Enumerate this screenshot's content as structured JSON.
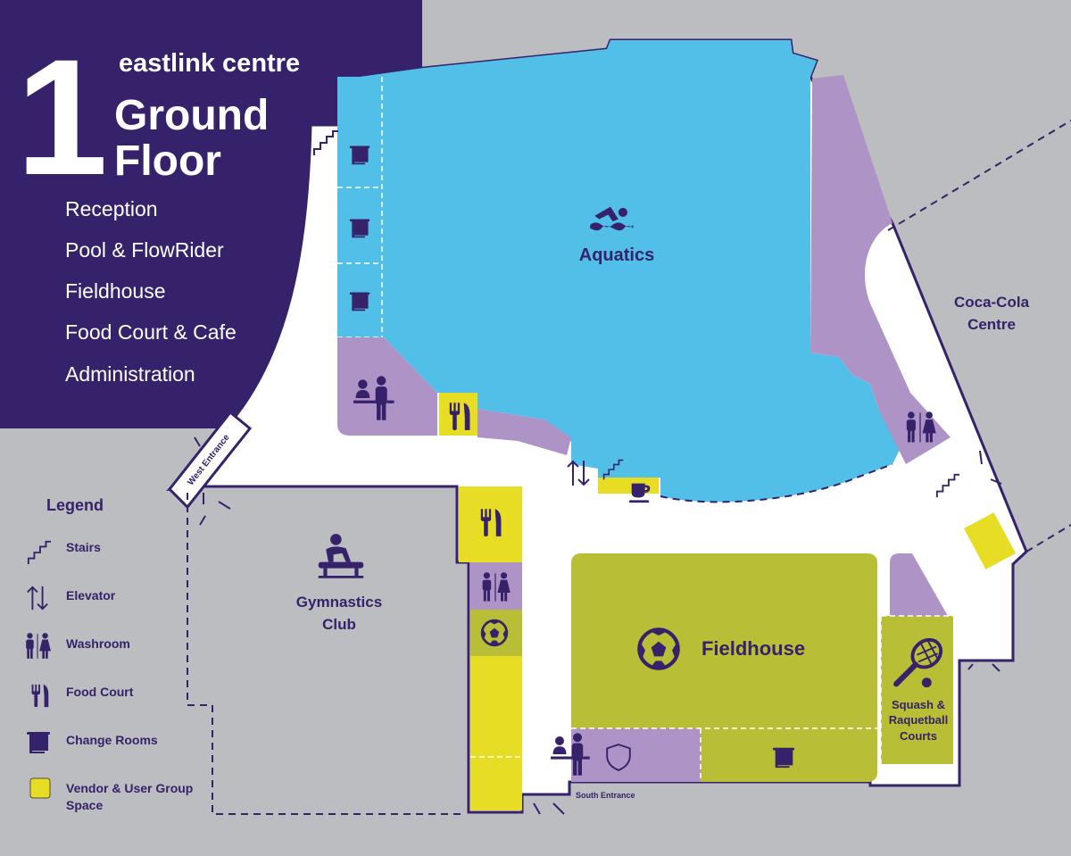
{
  "header": {
    "floor_number": "1",
    "logo_text": "eastlink centre",
    "title_line1": "Ground",
    "title_line2": "Floor",
    "amenities": [
      "Reception",
      "Pool & FlowRider",
      "Fieldhouse",
      "Food Court & Cafe",
      "Administration"
    ]
  },
  "legend": {
    "title": "Legend",
    "items": [
      {
        "icon": "stairs-icon",
        "label": "Stairs"
      },
      {
        "icon": "elevator-icon",
        "label": "Elevator"
      },
      {
        "icon": "washroom-icon",
        "label": "Washroom"
      },
      {
        "icon": "food-court-icon",
        "label": "Food Court"
      },
      {
        "icon": "change-rooms-icon",
        "label": "Change Rooms"
      },
      {
        "icon": "vendor-space-swatch",
        "label_line1": "Vendor & User Group",
        "label_line2": "Space"
      }
    ]
  },
  "map": {
    "aquatics": "Aquatics",
    "coca_cola_line1": "Coca-Cola",
    "coca_cola_line2": "Centre",
    "gymnastics_line1": "Gymnastics",
    "gymnastics_line2": "Club",
    "fieldhouse": "Fieldhouse",
    "squash_line1": "Squash &",
    "squash_line2": "Raquetball",
    "squash_line3": "Courts",
    "west_entrance": "West Entrance",
    "south_entrance": "South Entrance"
  },
  "colors": {
    "brand_purple": "#35226a",
    "background_gray": "#bcbdc0",
    "aquatics_blue": "#52bfe9",
    "service_lavender": "#ae94c6",
    "fieldhouse_olive": "#b8be35",
    "vendor_yellow": "#e8dd25"
  }
}
